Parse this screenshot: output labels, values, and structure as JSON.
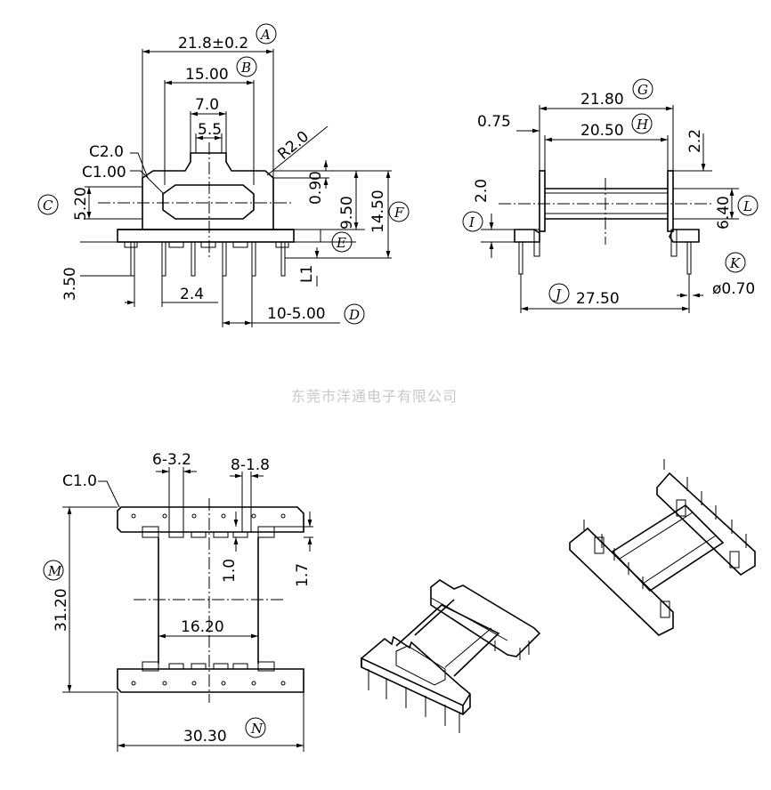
{
  "watermark": "东莞市洋通电子有限公司",
  "front_view": {
    "overall_width": "21.8±0.2",
    "ref_A": "A",
    "inner_width": "15.00",
    "ref_B": "B",
    "slot_width": "7.0",
    "slot_inner": "5.5",
    "chamfer_top": "C2.0",
    "chamfer_inner": "C1.00",
    "radius": "R2.0",
    "window_height": "5.20",
    "ref_C": "C",
    "top_flange": "0.90",
    "body_height": "9.50",
    "total_height": "14.50",
    "ref_F": "F",
    "ref_E": "E",
    "pin_length": "3.50",
    "pin_offset": "2.4",
    "pin_pitch": "10-5.00",
    "ref_D": "D",
    "pin_tip": "L1"
  },
  "side_view": {
    "overall": "21.80",
    "ref_G": "G",
    "inner": "20.50",
    "ref_H": "H",
    "flange": "0.75",
    "top_step": "2.2",
    "base_step": "2.0",
    "ref_I": "I",
    "core": "6.40",
    "ref_L": "L",
    "pin_span": "27.50",
    "ref_J": "J",
    "ref_K": "K",
    "pin_dia": "ø0.70"
  },
  "bottom_view": {
    "c_note": "C1.0",
    "slot_a": "6-3.2",
    "slot_b": "8-1.8",
    "step_a": "1.0",
    "step_b": "1.7",
    "length": "31.20",
    "ref_M": "M",
    "core_width": "16.20",
    "base_width": "30.30",
    "ref_N": "N"
  }
}
